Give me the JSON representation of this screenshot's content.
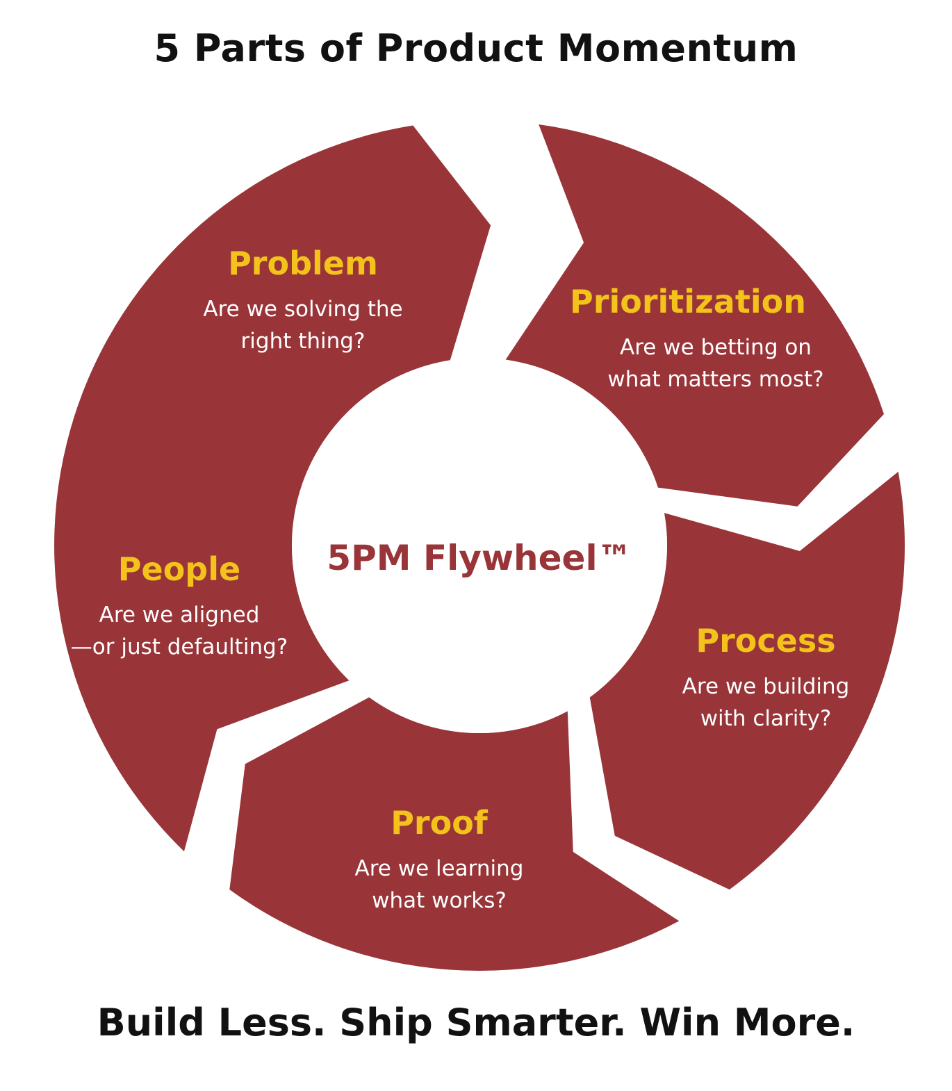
{
  "title": "5 Parts of Product Momentum",
  "tagline": "Build Less. Ship Smarter. Win More.",
  "colors": {
    "segment": "#993438",
    "heading": "#f3c31b",
    "question": "#ffffff",
    "center_text": "#993438",
    "center_fill": "#ffffff"
  },
  "center_label": "5PM Flywheel™",
  "segments": [
    {
      "id": "problem",
      "heading": "Problem",
      "question_lines": [
        "Are we solving the",
        "right thing?"
      ]
    },
    {
      "id": "prioritization",
      "heading": "Prioritization",
      "question_lines": [
        "Are we betting on",
        "what matters most?"
      ]
    },
    {
      "id": "process",
      "heading": "Process",
      "question_lines": [
        "Are we building",
        "with clarity?"
      ]
    },
    {
      "id": "proof",
      "heading": "Proof",
      "question_lines": [
        "Are we learning",
        "what works?"
      ]
    },
    {
      "id": "people",
      "heading": "People",
      "question_lines": [
        "Are we aligned",
        "—or just defaulting?"
      ]
    }
  ]
}
